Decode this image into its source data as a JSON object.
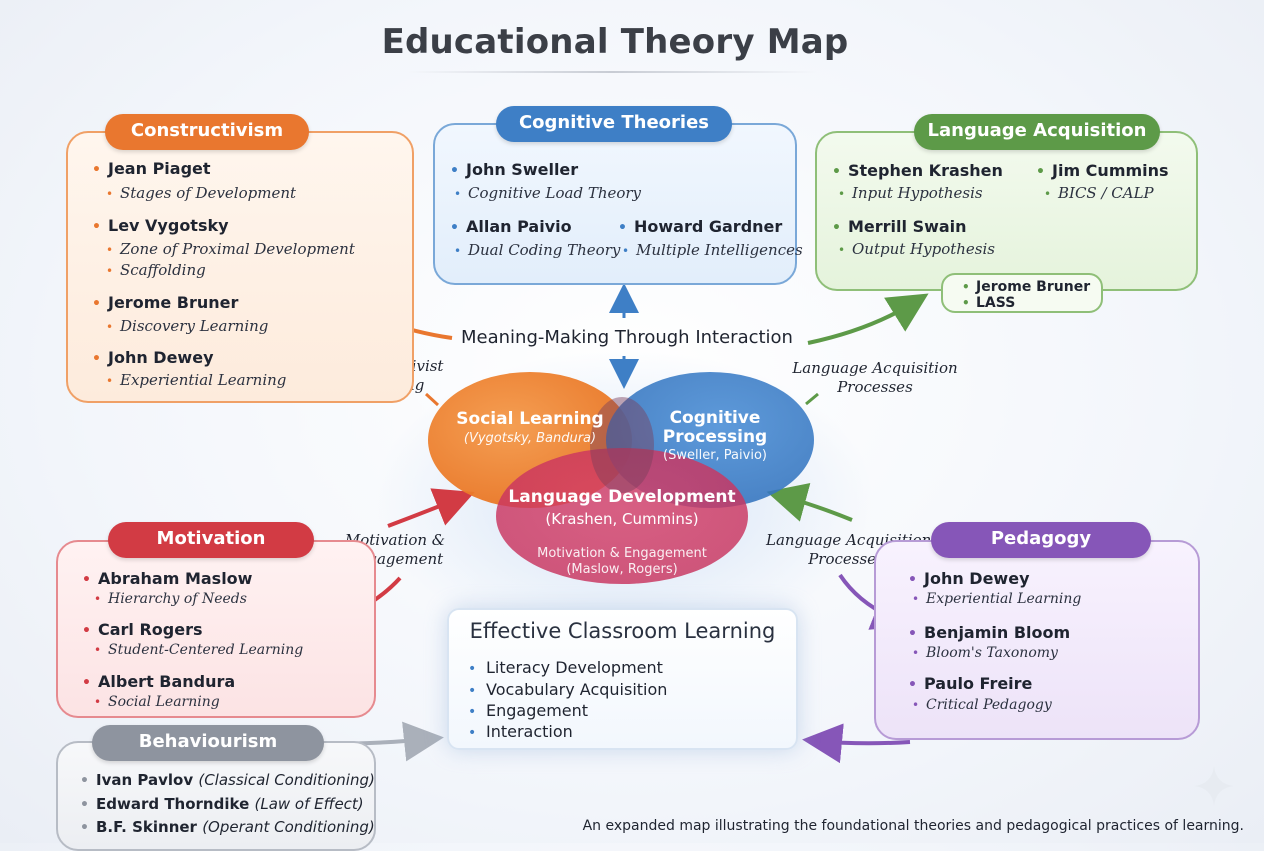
{
  "title": "Educational Theory Map",
  "center_label": "Meaning-Making Through Interaction",
  "caption": "An expanded map illustrating the foundational theories and pedagogical practices of learning.",
  "colors": {
    "constructivism": "#e9772f",
    "cognitive": "#3e7fc6",
    "language": "#5d9a48",
    "motivation": "#d23b44",
    "pedagogy": "#8656b8",
    "behaviourism": "#8e949f"
  },
  "constructivism": {
    "heading": "Constructivism",
    "entries": [
      {
        "name": "Jean Piaget",
        "items": [
          "Stages of Development"
        ]
      },
      {
        "name": "Lev Vygotsky",
        "items": [
          "Zone of Proximal Development",
          "Scaffolding"
        ]
      },
      {
        "name": "Jerome Bruner",
        "items": [
          "Discovery Learning"
        ]
      },
      {
        "name": "John Dewey",
        "items": [
          "Experiential Learning"
        ]
      }
    ]
  },
  "cognitive": {
    "heading": "Cognitive Theories",
    "entries": [
      {
        "name": "John Sweller",
        "items": [
          "Cognitive Load Theory"
        ]
      },
      {
        "name": "Allan Paivio",
        "items": [
          "Dual Coding Theory"
        ]
      },
      {
        "name": "Howard Gardner",
        "items": [
          "Multiple Intelligences"
        ]
      }
    ]
  },
  "language": {
    "heading": "Language Acquisition",
    "entries": [
      {
        "name": "Stephen Krashen",
        "items": [
          "Input Hypothesis"
        ]
      },
      {
        "name": "Jim Cummins",
        "items": [
          "BICS / CALP"
        ]
      },
      {
        "name": "Merrill Swain",
        "items": [
          "Output Hypothesis"
        ]
      },
      {
        "name": "Jerome Bruner",
        "items": [
          "LASS"
        ]
      }
    ]
  },
  "motivation": {
    "heading": "Motivation",
    "entries": [
      {
        "name": "Abraham Maslow",
        "items": [
          "Hierarchy of Needs"
        ]
      },
      {
        "name": "Carl Rogers",
        "items": [
          "Student-Centered Learning"
        ]
      },
      {
        "name": "Albert Bandura",
        "items": [
          "Social Learning"
        ]
      }
    ]
  },
  "pedagogy": {
    "heading": "Pedagogy",
    "entries": [
      {
        "name": "John Dewey",
        "items": [
          "Experiential Learning"
        ]
      },
      {
        "name": "Benjamin Bloom",
        "items": [
          "Bloom's Taxonomy"
        ]
      },
      {
        "name": "Paulo Freire",
        "items": [
          "Critical Pedagogy"
        ]
      }
    ]
  },
  "behaviourism": {
    "heading": "Behaviourism",
    "entries": [
      {
        "name": "Ivan Pavlov",
        "note": "(Classical Conditioning)"
      },
      {
        "name": "Edward Thorndike",
        "note": "(Law of Effect)"
      },
      {
        "name": "B.F. Skinner",
        "note": "(Operant Conditioning)"
      }
    ]
  },
  "venn": {
    "social": {
      "title": "Social Learning",
      "sub": "(Vygotsky, Bandura)"
    },
    "cognitive": {
      "title_1": "Cognitive",
      "title_2": "Processing",
      "sub": "(Sweller, Paivio)"
    },
    "language": {
      "title": "Language Development",
      "sub": "(Krashen, Cummins)"
    },
    "motivation": {
      "title": "Motivation & Engagement",
      "sub": "(Maslow, Rogers)"
    }
  },
  "effective": {
    "heading": "Effective Classroom Learning",
    "items": [
      "Literacy Development",
      "Vocabulary Acquisition",
      "Engagement",
      "Interaction"
    ]
  },
  "connectors": {
    "constructivist_1": "Constructivist",
    "constructivist_2": "Learning",
    "lang_top_1": "Language Acquisition",
    "lang_top_2": "Processes",
    "motivation_1": "Motivation &",
    "motivation_2": "Engagement",
    "lang_bottom_1": "Language Acquisition",
    "lang_bottom_2": "Processes"
  }
}
